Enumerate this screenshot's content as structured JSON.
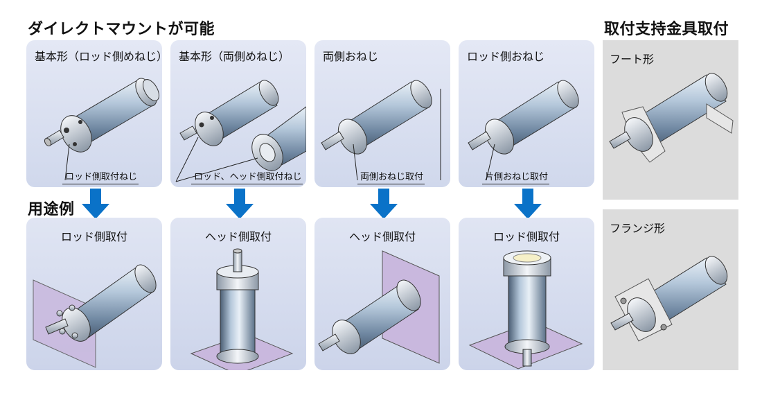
{
  "titles": {
    "direct_mount": "ダイレクトマウントが可能",
    "mounting_brackets": "取付支持金具取付",
    "usage_examples": "用途例"
  },
  "top_panels": [
    {
      "title": "基本形（ロッド側めねじ）",
      "callout": "ロッド側取付ねじ"
    },
    {
      "title": "基本形（両側めねじ）",
      "callout": "ロッド、ヘッド側取付ねじ"
    },
    {
      "title": "両側おねじ",
      "callout": "両側おねじ取付"
    },
    {
      "title": "ロッド側おねじ",
      "callout": "片側おねじ取付"
    }
  ],
  "bottom_panels": [
    {
      "title": "ロッド側取付"
    },
    {
      "title": "ヘッド側取付"
    },
    {
      "title": "ヘッド側取付"
    },
    {
      "title": "ロッド側取付"
    }
  ],
  "bracket_panels": [
    {
      "title": "フート形"
    },
    {
      "title": "フランジ形"
    }
  ],
  "colors": {
    "arrow": "#0a72c8",
    "panel_bg": "#dbe1f1",
    "mount_plate": "#c9b8de",
    "cylinder_body": "#9fb6cd",
    "grey_panel": "#dcdcdc"
  }
}
